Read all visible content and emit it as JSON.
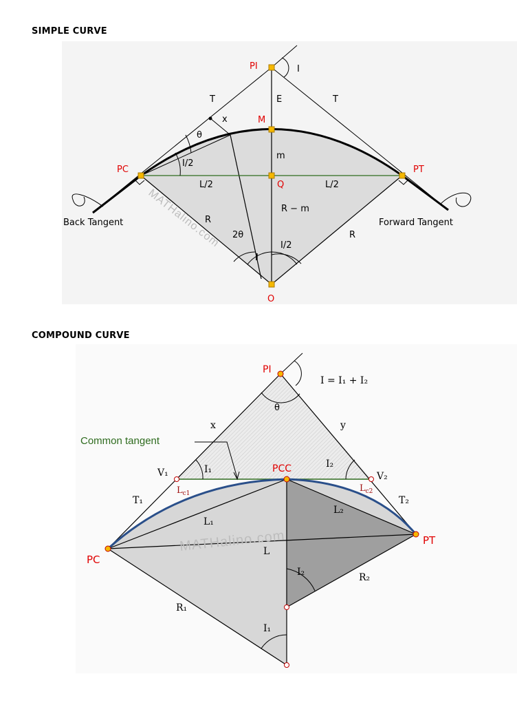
{
  "headings": {
    "simple": "SIMPLE CURVE",
    "compound": "COMPOUND CURVE"
  },
  "simple": {
    "points": {
      "pi": "PI",
      "m": "M",
      "pc": "PC",
      "pt": "PT",
      "q": "Q",
      "o": "O"
    },
    "labels": {
      "i_top": "I",
      "t_left": "T",
      "t_right": "T",
      "e": "E",
      "x": "x",
      "theta": "θ",
      "m_small": "m",
      "i_half_pc": "I/2",
      "l_half_left": "L/2",
      "l_half_right": "L/2",
      "r_left": "R",
      "r_minus_m": "R − m",
      "r_right": "R",
      "two_theta": "2θ",
      "i_half_o": "I/2",
      "i_o": "I",
      "back_tangent": "Back Tangent",
      "forward_tangent": "Forward Tangent"
    },
    "watermark": "MATHalino.com"
  },
  "compound": {
    "points": {
      "pi": "PI",
      "pcc": "PCC",
      "pc": "PC",
      "pt": "PT"
    },
    "labels": {
      "formula": "I = I₁ + I₂",
      "theta": "θ",
      "x": "x",
      "y": "y",
      "common_tangent": "Common tangent",
      "v1": "V₁",
      "v2": "V₂",
      "i1_top": "I₁",
      "i2_top": "I₂",
      "lc1": "L",
      "lc1_sub": "c1",
      "lc2": "L",
      "lc2_sub": "c2",
      "t1": "T₁",
      "t2": "T₂",
      "l1": "L₁",
      "l2": "L₂",
      "l": "L",
      "i2_low": "I₂",
      "r2": "R₂",
      "r1": "R₁",
      "i1_low": "I₁"
    },
    "watermark": "MATHalino.com"
  },
  "colors": {
    "label_red": "#e00000",
    "curve_blue": "#2a4f8a",
    "tangent_green": "#2e6b1e",
    "point_fill": "#f5b800"
  }
}
